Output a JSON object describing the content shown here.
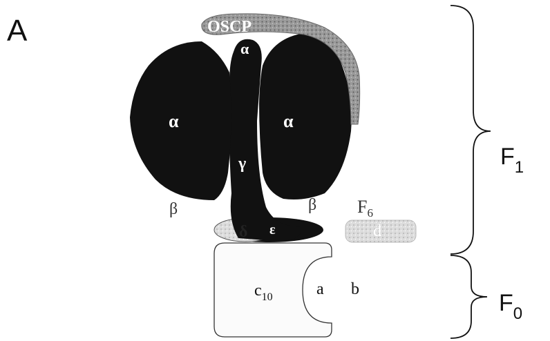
{
  "panel_label": "A",
  "labels": {
    "oscp": "OSCP",
    "alpha_top": "α",
    "alpha_left": "α",
    "alpha_right": "α",
    "gamma": "γ",
    "beta_left": "β",
    "beta_right": "β",
    "delta": "δ",
    "epsilon": "ε",
    "f6_main": "F",
    "f6_sub": "6",
    "d": "d",
    "c_main": "c",
    "c_sub": "10",
    "a": "a",
    "b": "b"
  },
  "brackets": {
    "f1": {
      "main": "F",
      "sub": "1"
    },
    "f0": {
      "main": "F",
      "sub": "0"
    }
  },
  "colors": {
    "dark_subunit": "#111111",
    "stalk_gray": "#8c8c8c",
    "light_subunit": "#d9d9d9",
    "membrane_outline": "#333333"
  }
}
